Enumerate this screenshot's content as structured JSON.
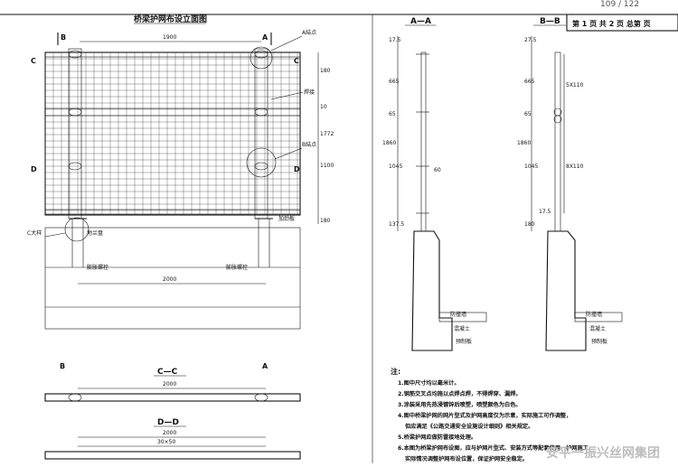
{
  "page_number": "109 / 122",
  "title_block": {
    "label": "第 1 页  共 2 页  总第    页"
  },
  "elevation": {
    "title": "桥梁护网布设立面图",
    "dim_top": "1900",
    "dim_bottom": "2000",
    "dims_right": [
      "180",
      "1100",
      "1772",
      "10",
      "180"
    ],
    "callouts": [
      "A結点",
      "焊接",
      "B結点",
      "C大样",
      "地兰盘",
      "膨胀螺栓",
      "膨胀螺栓",
      "加劲板"
    ]
  },
  "section_aa": {
    "title": "A—A",
    "dims": [
      "17.5",
      "665",
      "65",
      "1045",
      "1860",
      "137.5",
      "60"
    ],
    "labels": [
      "防撞墙",
      "混凝土",
      "预制板"
    ]
  },
  "section_bb": {
    "title": "B—B",
    "dims": [
      "27.5",
      "5X110",
      "665",
      "65",
      "1045",
      "1860",
      "180",
      "8X110",
      "17.5"
    ],
    "labels": [
      "防撞墙",
      "混凝土",
      "预制板"
    ]
  },
  "section_cc": {
    "title": "C—C",
    "dim": "2000"
  },
  "section_dd": {
    "title": "D—D",
    "dim1": "2000",
    "dim2": "30×50"
  },
  "cut_marks": {
    "A": "A",
    "B": "B",
    "C": "C",
    "D": "D"
  },
  "notes": {
    "heading": "注:",
    "items": [
      "1.图中尺寸均以毫米计。",
      "2.钢筋交叉点均施以点焊点焊，不得焊穿、漏焊。",
      "3.涂装采用先热浸镀锌后喷塑，喷塑颜色为白色。",
      "4.图中桥梁护网的网片型式及护网高度仅为示意，实际施工可作调整，",
      "但应满足《公路交通安全设施设计细则》相关规定。",
      "5.桥梁护网应做防雷接地处理。",
      "6.本图为桥梁护网布设图，应与护网片型式、安装方式等配套使用，护网施工",
      "实际情况调整护网布设位置，保证护网安全稳定。"
    ]
  },
  "watermark": "安平一振兴丝网集团"
}
